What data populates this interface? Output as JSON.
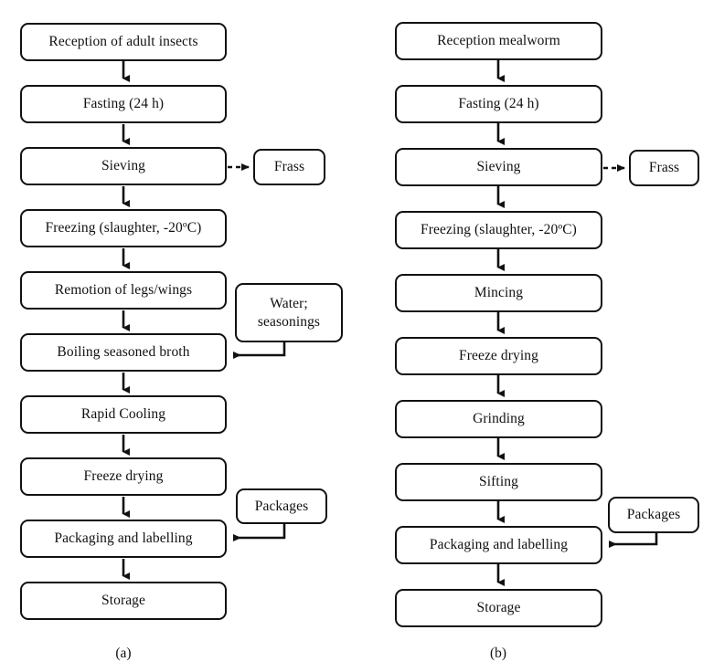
{
  "figure": {
    "type": "flowchart",
    "panels": [
      {
        "id": "a",
        "caption": "(a)",
        "steps": [
          "Reception of adult insects",
          "Fasting (24 h)",
          "Sieving",
          "Freezing (slaughter, -20ºC)",
          "Remotion of legs/wings",
          "Boiling seasoned broth",
          "Rapid Cooling",
          "Freeze drying",
          "Packaging and labelling",
          "Storage"
        ],
        "side_nodes": [
          {
            "id": "frass",
            "label": "Frass",
            "from": "Sieving",
            "style": "dashed-output"
          },
          {
            "id": "water",
            "label": "Water;\nseasonings",
            "line1": "Water;",
            "line2": "seasonings",
            "into": "Boiling seasoned broth",
            "style": "solid-input"
          },
          {
            "id": "packages",
            "label": "Packages",
            "into": "Packaging and labelling",
            "style": "solid-input"
          }
        ]
      },
      {
        "id": "b",
        "caption": "(b)",
        "steps": [
          "Reception mealworm",
          "Fasting (24 h)",
          "Sieving",
          "Freezing (slaughter, -20ºC)",
          "Mincing",
          "Freeze drying",
          "Grinding",
          "Sifting",
          "Packaging and labelling",
          "Storage"
        ],
        "side_nodes": [
          {
            "id": "frass",
            "label": "Frass",
            "from": "Sieving",
            "style": "dashed-output"
          },
          {
            "id": "packages",
            "label": "Packages",
            "into": "Packaging and labelling",
            "style": "solid-input"
          }
        ]
      }
    ],
    "colors": {
      "stroke": "#111111",
      "fill": "#ffffff",
      "text": "#111111"
    }
  }
}
